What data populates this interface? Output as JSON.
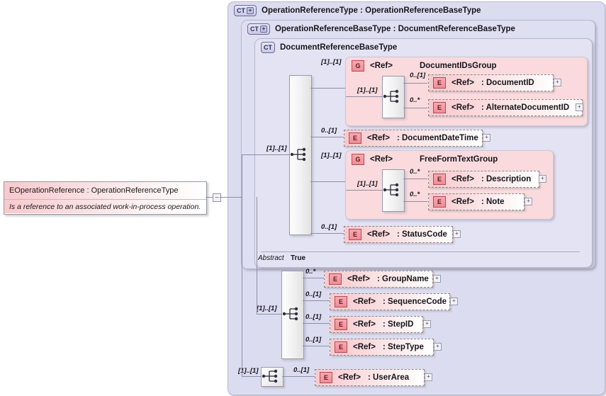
{
  "diagram": {
    "kind": "xsd-schema-diagram",
    "root_element": {
      "badge": "E",
      "name": "OperationReference",
      "separator": ":",
      "type": "OperationReferenceType",
      "title": "OperationReference  :  OperationReferenceType",
      "description": "Is a reference to an associated work-in-process operation.",
      "collapse_glyph": "–"
    },
    "containers": [
      {
        "badge": "CT",
        "has_plus": true,
        "plus_glyph": "+",
        "title": "OperationReferenceType : OperationReferenceBaseType",
        "name": "OperationReferenceType",
        "base": "OperationReferenceBaseType"
      },
      {
        "badge": "CT",
        "has_plus": true,
        "plus_glyph": "+",
        "title": "OperationReferenceBaseType : DocumentReferenceBaseType",
        "name": "OperationReferenceBaseType",
        "base": "DocumentReferenceBaseType"
      },
      {
        "badge": "CT",
        "has_plus": false,
        "title": "DocumentReferenceBaseType",
        "name": "DocumentReferenceBaseType",
        "base": ""
      }
    ],
    "abstract": {
      "label": "Abstract",
      "value": "True"
    },
    "groups": [
      {
        "badge": "G",
        "ref": "<Ref>",
        "separator": ":",
        "name": "DocumentIDsGroup",
        "outer_cardinality": "[1]..[1]",
        "inner_cardinality": "[1]..[1]",
        "children": [
          {
            "badge": "E",
            "ref": "<Ref>",
            "name": ": DocumentID",
            "cardinality": "0..[1]",
            "expander": "+"
          },
          {
            "badge": "E",
            "ref": "<Ref>",
            "name": ": AlternateDocumentID",
            "cardinality": "0..*",
            "expander": "+"
          }
        ]
      },
      {
        "badge": "G",
        "ref": "<Ref>",
        "separator": ":",
        "name": "FreeFormTextGroup",
        "outer_cardinality": "[1]..[1]",
        "inner_cardinality": "[1]..[1]",
        "children": [
          {
            "badge": "E",
            "ref": "<Ref>",
            "name": ": Description",
            "cardinality": "0..*",
            "expander": "+"
          },
          {
            "badge": "E",
            "ref": "<Ref>",
            "name": ": Note",
            "cardinality": "0..*",
            "expander": "+"
          }
        ]
      }
    ],
    "base_sequence": {
      "cardinality": "[1]..[1]",
      "standalone_children": [
        {
          "badge": "E",
          "ref": "<Ref>",
          "name": ": DocumentDateTime",
          "cardinality": "0..[1]",
          "expander": "+"
        },
        {
          "badge": "E",
          "ref": "<Ref>",
          "name": ": StatusCode",
          "cardinality": "0..[1]",
          "expander": "+"
        }
      ]
    },
    "operation_sequence": {
      "cardinality": "[1]..[1]",
      "children": [
        {
          "badge": "E",
          "ref": "<Ref>",
          "name": ": GroupName",
          "cardinality": "0..*",
          "expander": "+"
        },
        {
          "badge": "E",
          "ref": "<Ref>",
          "name": ": SequenceCode",
          "cardinality": "0..[1]",
          "expander": "+"
        },
        {
          "badge": "E",
          "ref": "<Ref>",
          "name": ": StepID",
          "cardinality": "0..[1]",
          "expander": "+"
        },
        {
          "badge": "E",
          "ref": "<Ref>",
          "name": ": StepType",
          "cardinality": "0..[1]",
          "expander": "+"
        }
      ]
    },
    "user_area_sequence": {
      "cardinality": "[1]..[1]",
      "children": [
        {
          "badge": "E",
          "ref": "<Ref>",
          "name": ": UserArea",
          "cardinality": "0..[1]",
          "expander": "+"
        }
      ]
    },
    "colors": {
      "container_fill": "#dcdcf0",
      "group_fill": "#fadadd",
      "element_pink": "#f8c8cc",
      "badge_red": "#ef8d96",
      "line": "#8d8da6"
    }
  }
}
